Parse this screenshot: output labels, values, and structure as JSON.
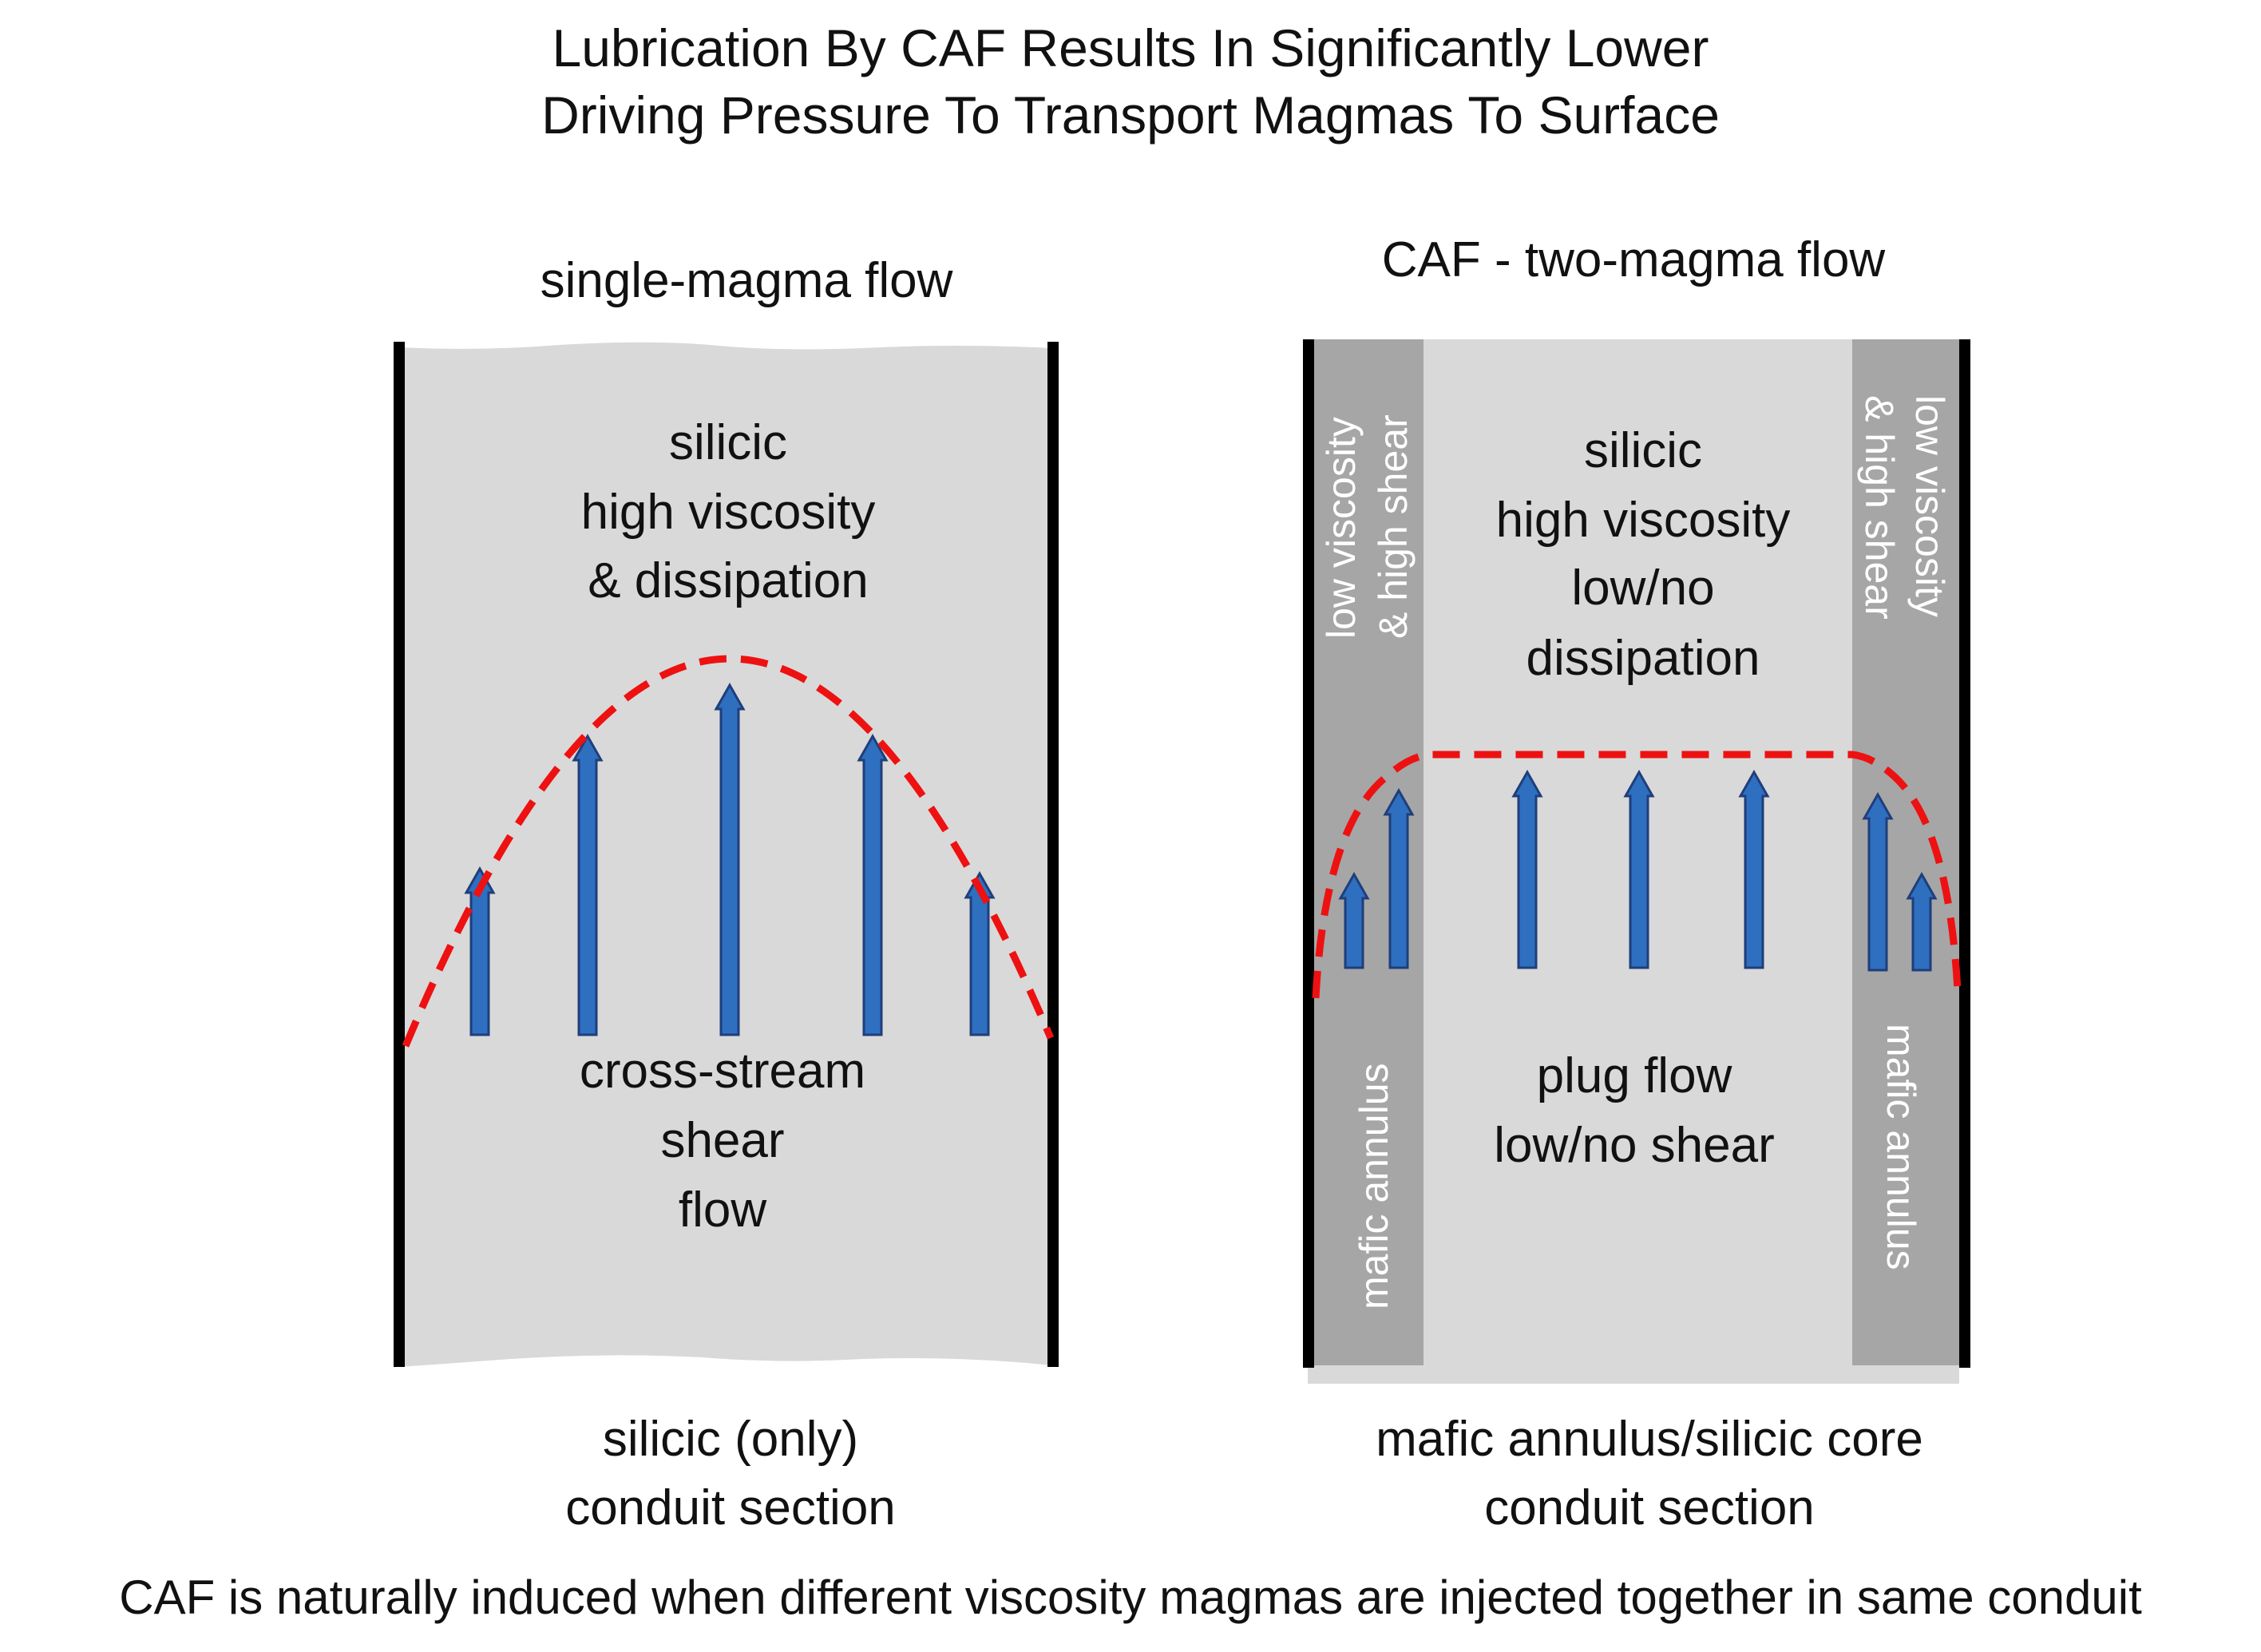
{
  "title": {
    "line1": "Lubrication By CAF Results In Significantly Lower",
    "line2": "Driving Pressure To Transport Magmas To Surface"
  },
  "left_panel": {
    "heading": "single-magma flow",
    "core_lines": [
      "silicic",
      "high viscosity",
      "& dissipation"
    ],
    "flow_lines": [
      "cross-stream",
      "shear",
      "flow"
    ],
    "caption_line1": "silicic (only)",
    "caption_line2": "conduit section",
    "arrow_heights": [
      0.21,
      0.37,
      0.44,
      0.37,
      0.21
    ]
  },
  "right_panel": {
    "heading": "CAF - two-magma flow",
    "annulus_top_label": [
      "low viscosity",
      "& high shear"
    ],
    "annulus_bottom_label": "mafic annulus",
    "core_lines": [
      "silicic",
      "high viscosity",
      "low/no",
      "dissipation"
    ],
    "flow_lines": [
      "plug flow",
      "low/no shear"
    ],
    "caption_line1": "mafic annulus/silicic core",
    "caption_line2": "conduit section"
  },
  "footer": "CAF is naturally induced when different viscosity magmas are injected together in same conduit",
  "colors": {
    "conduit_fill": "#d9d9d9",
    "annulus_fill": "#a6a6a6",
    "wall": "#000000",
    "velocity_profile": "#ee1111",
    "arrow_fill": "#2e6fc0",
    "arrow_stroke": "#1f3e7a"
  }
}
